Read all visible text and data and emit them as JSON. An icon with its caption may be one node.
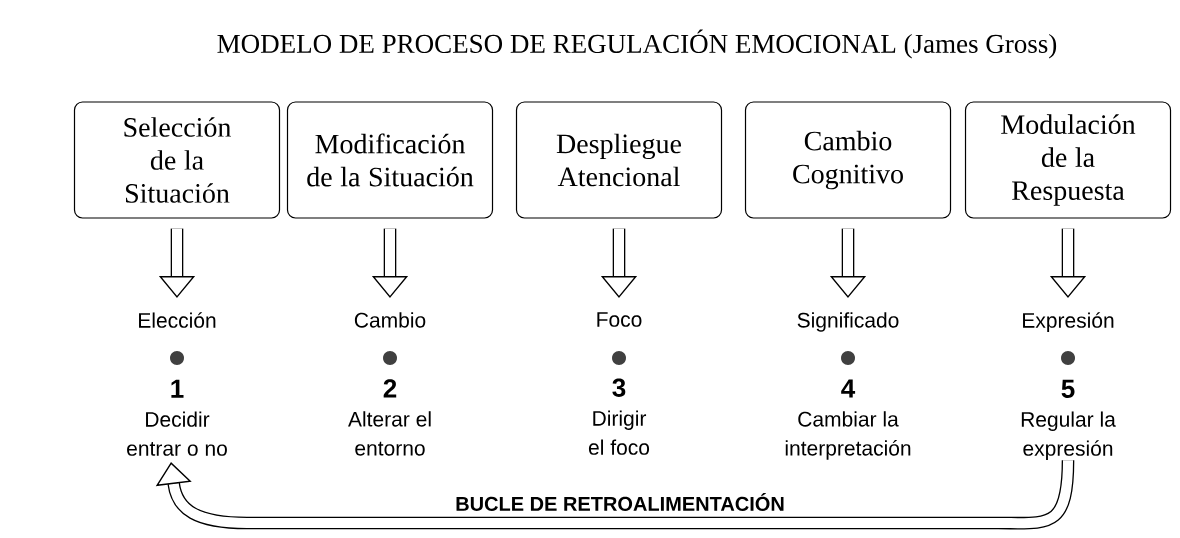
{
  "diagram": {
    "title": "MODELO DE PROCESO DE REGULACIÓN EMOCIONAL (James Gross)",
    "nodes": [
      {
        "text": [
          "Selección de la Situación"
        ]
      },
      {
        "text": [
          "Modificación de la Situación"
        ]
      },
      {
        "text": [
          "Despliegue Atencional"
        ]
      },
      {
        "text": [
          "Cambio Cognitivo"
        ]
      },
      {
        "text": [
          "Modulación de la Respuesta"
        ]
      },
      {
        "text": [
          "Elección",
          "1",
          "Decidir entrar o no"
        ]
      },
      {
        "text": [
          "Cambio",
          "2",
          "Alterar el entorno"
        ]
      },
      {
        "text": [
          "Foco",
          "3",
          "Dirigir el foco"
        ]
      },
      {
        "text": [
          "Significado",
          "4",
          "Cambiar la interpretación"
        ]
      },
      {
        "text": [
          "Expresión",
          "5",
          "Regular la expresión"
        ]
      }
    ],
    "edges": [
      {
        "from": 0,
        "to": 5,
        "arrow": "to"
      },
      {
        "from": 1,
        "to": 6,
        "arrow": "to"
      },
      {
        "from": 2,
        "to": 7,
        "arrow": "to"
      },
      {
        "from": 3,
        "to": 8,
        "arrow": "to"
      },
      {
        "from": 4,
        "to": 9,
        "arrow": "to"
      },
      {
        "from": 9,
        "to": 5,
        "arrow": "to",
        "label": "BUCLE DE RETROALIMENTACIÓN"
      }
    ]
  }
}
